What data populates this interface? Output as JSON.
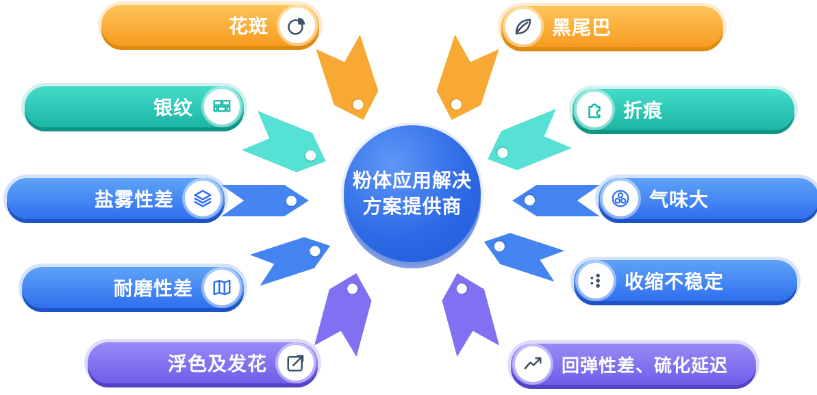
{
  "center": {
    "title_line1": "粉体应用解决",
    "title_line2": "方案提供商"
  },
  "items": [
    {
      "label": "花斑",
      "icon": "pie-chart-icon",
      "theme": "orange",
      "side": "left"
    },
    {
      "label": "银纹",
      "icon": "bricks-icon",
      "theme": "teal",
      "side": "left"
    },
    {
      "label": "盐雾性差",
      "icon": "layers-icon",
      "theme": "blue",
      "side": "left"
    },
    {
      "label": "耐磨性差",
      "icon": "map-icon",
      "theme": "blue",
      "side": "left"
    },
    {
      "label": "浮色及发花",
      "icon": "pen-arrow-icon",
      "theme": "purple",
      "side": "left"
    },
    {
      "label": "黑尾巴",
      "icon": "leaf-icon",
      "theme": "orange",
      "side": "right"
    },
    {
      "label": "折痕",
      "icon": "puzzle-icon",
      "theme": "teal",
      "side": "right"
    },
    {
      "label": "气味大",
      "icon": "circles-icon",
      "theme": "blue",
      "side": "right"
    },
    {
      "label": "收缩不稳定",
      "icon": "dots-icon",
      "theme": "blue",
      "side": "right"
    },
    {
      "label": "回弹性差、硫化延迟",
      "icon": "trend-icon",
      "theme": "purple",
      "side": "right"
    }
  ],
  "colors": {
    "orange": "#F69B1F",
    "teal": "#1DB6A5",
    "blue": "#2F6FED",
    "purple": "#6F5EEA",
    "center_blue": "#2E6BE6"
  }
}
